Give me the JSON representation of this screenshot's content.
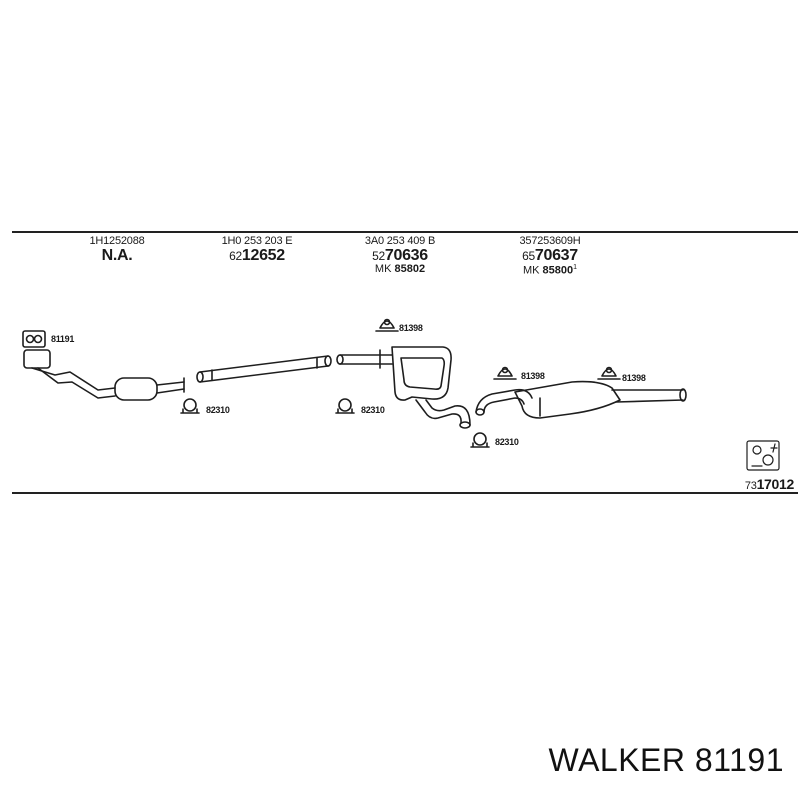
{
  "parts": [
    {
      "oem": "1H1252088",
      "main": "N.A.",
      "prefix": "",
      "mk_prefix": "",
      "mk": "",
      "mk_sup": ""
    },
    {
      "oem": "1H0 253 203 E",
      "main": "12652",
      "prefix": "62",
      "mk_prefix": "",
      "mk": "",
      "mk_sup": ""
    },
    {
      "oem": "3A0 253 409 B",
      "main": "70636",
      "prefix": "52",
      "mk_prefix": "MK",
      "mk": "85802",
      "mk_sup": ""
    },
    {
      "oem": "357253609H",
      "main": "70637",
      "prefix": "65",
      "mk_prefix": "MK",
      "mk": "85800",
      "mk_sup": "1"
    }
  ],
  "components": {
    "gasket": "81191",
    "hanger_center": "81398",
    "hanger_rear_left": "81398",
    "hanger_rear_right": "81398",
    "clamp_1": "82310",
    "clamp_2": "82310",
    "clamp_3": "82310"
  },
  "catalog": {
    "prefix": "73",
    "number": "17012"
  },
  "brand": {
    "name": "WALKER",
    "number": "81191"
  }
}
